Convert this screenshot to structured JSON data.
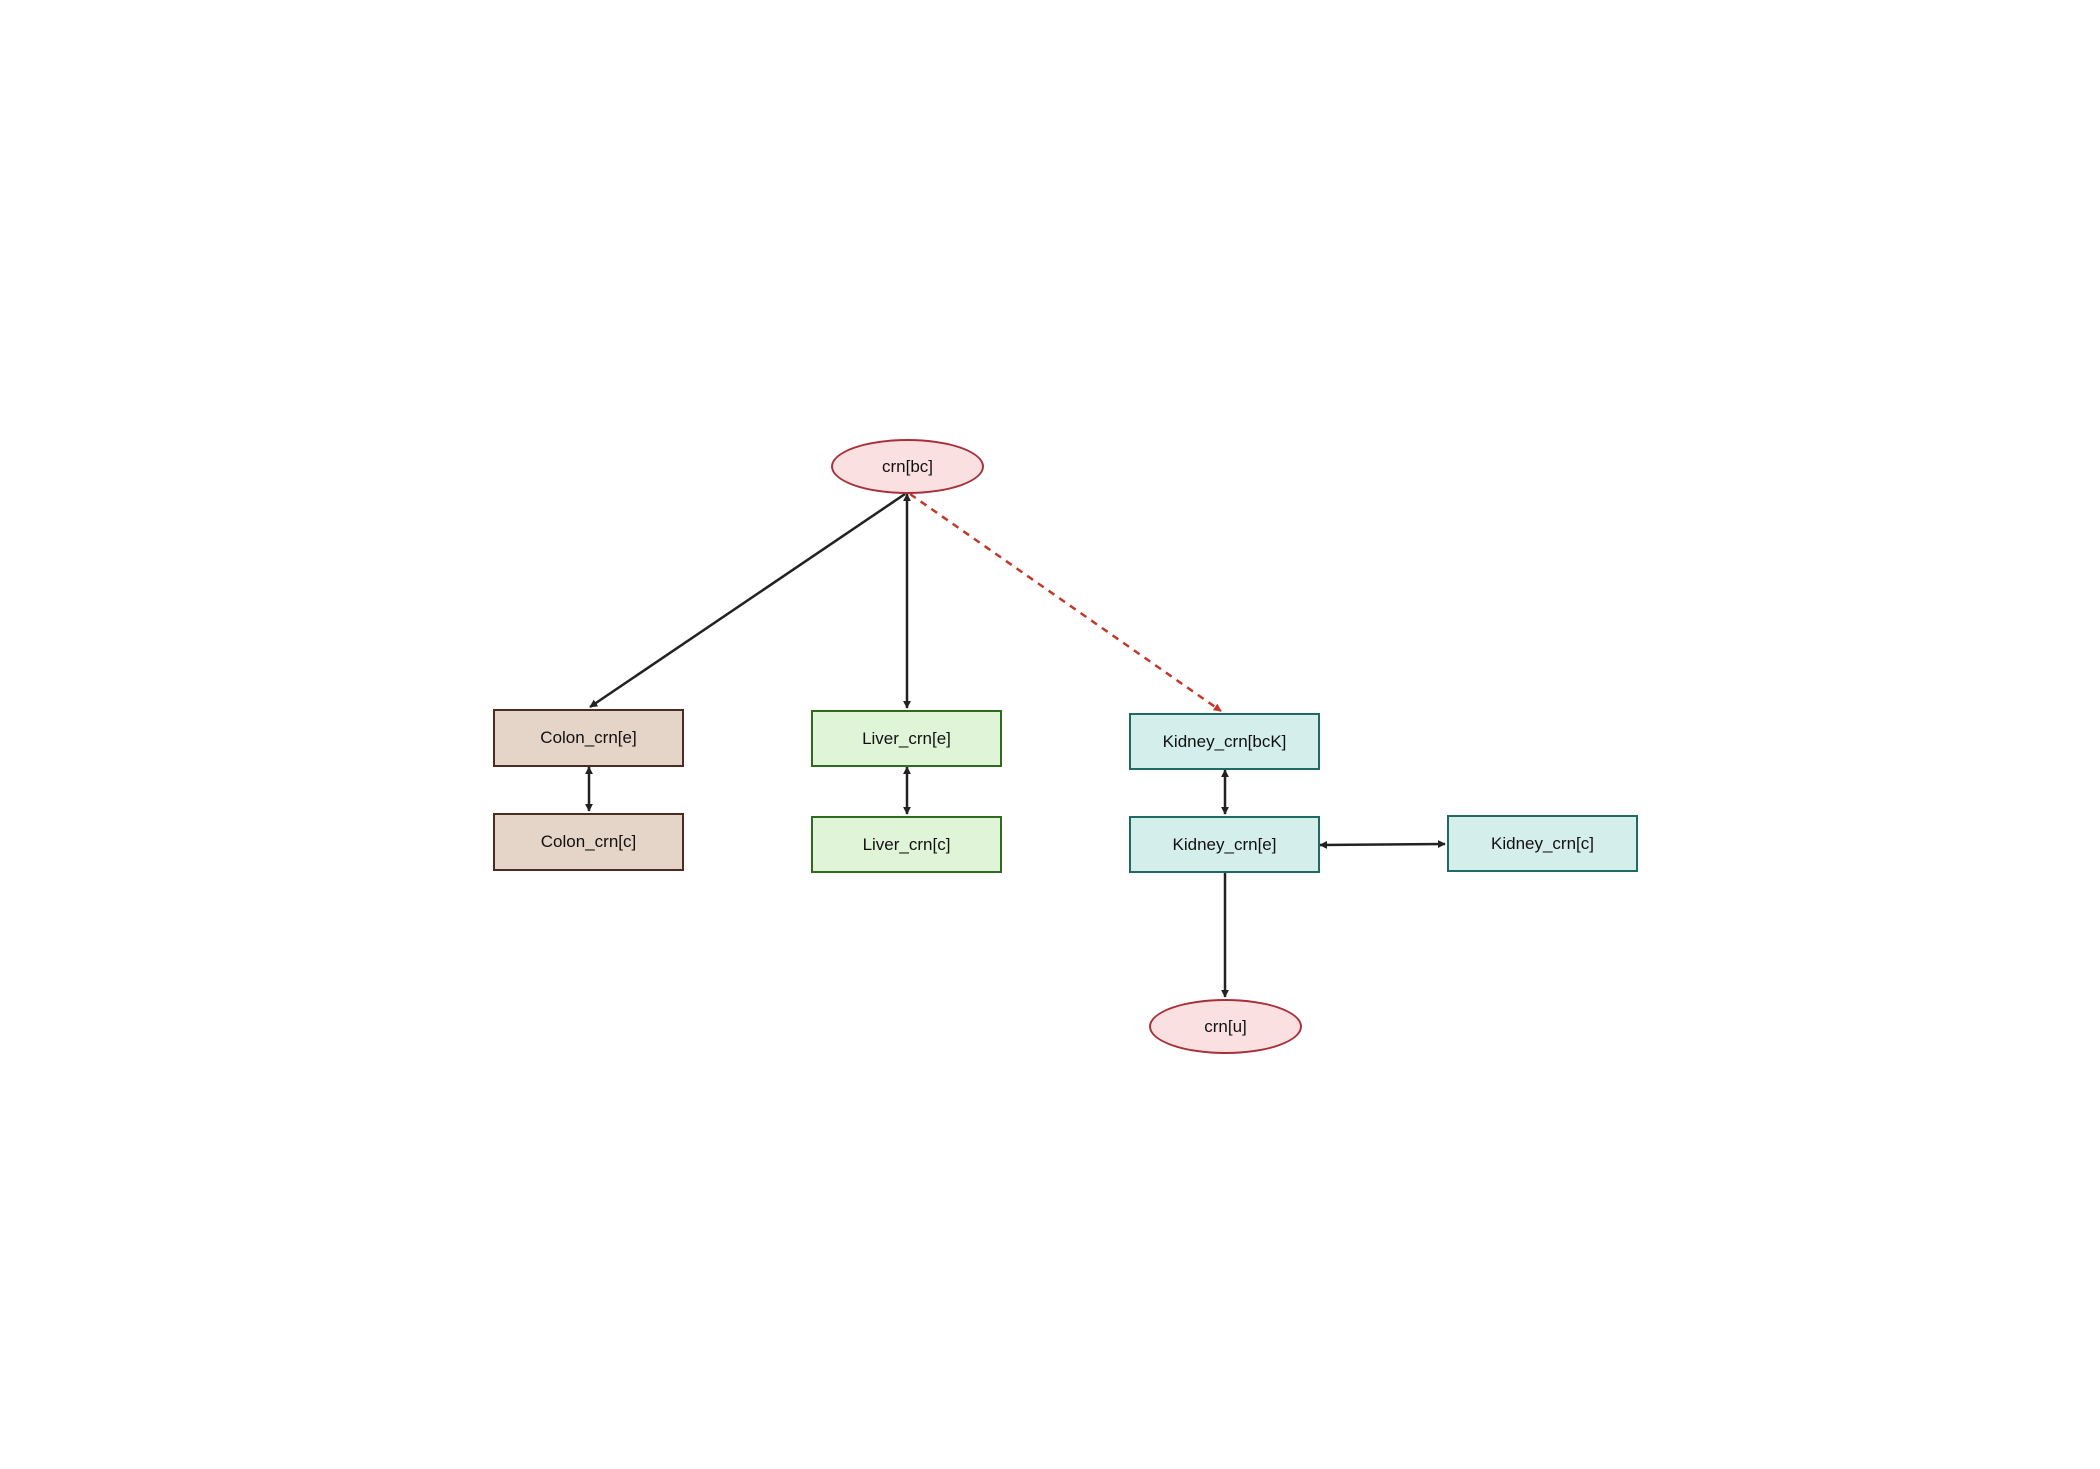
{
  "nodes": {
    "crn_bc": "crn[bc]",
    "colon_e": "Colon_crn[e]",
    "colon_c": "Colon_crn[c]",
    "liver_e": "Liver_crn[e]",
    "liver_c": "Liver_crn[c]",
    "kidney_bck": "Kidney_crn[bcK]",
    "kidney_e": "Kidney_crn[e]",
    "kidney_c": "Kidney_crn[c]",
    "crn_u": "crn[u]"
  },
  "edges": [
    {
      "from": "crn_bc",
      "to": "colon_e",
      "direction": "forward",
      "style": "solid"
    },
    {
      "from": "crn_bc",
      "to": "liver_e",
      "direction": "both",
      "style": "solid"
    },
    {
      "from": "crn_bc",
      "to": "kidney_bck",
      "direction": "forward",
      "style": "dashed"
    },
    {
      "from": "colon_e",
      "to": "colon_c",
      "direction": "both",
      "style": "solid"
    },
    {
      "from": "liver_e",
      "to": "liver_c",
      "direction": "both",
      "style": "solid"
    },
    {
      "from": "kidney_bck",
      "to": "kidney_e",
      "direction": "both",
      "style": "solid"
    },
    {
      "from": "kidney_e",
      "to": "kidney_c",
      "direction": "both",
      "style": "solid"
    },
    {
      "from": "kidney_e",
      "to": "crn_u",
      "direction": "forward",
      "style": "solid"
    }
  ],
  "colors": {
    "colon_fill": "#e5d4c8",
    "colon_border": "#4a2c22",
    "liver_fill": "#e0f5d8",
    "liver_border": "#2f6b1f",
    "kidney_fill": "#d4eeeb",
    "kidney_border": "#1f6b63",
    "compartment_fill": "#fae0e0",
    "compartment_border": "#a8303a",
    "edge_solid": "#222222",
    "edge_dashed": "#c0392b"
  }
}
